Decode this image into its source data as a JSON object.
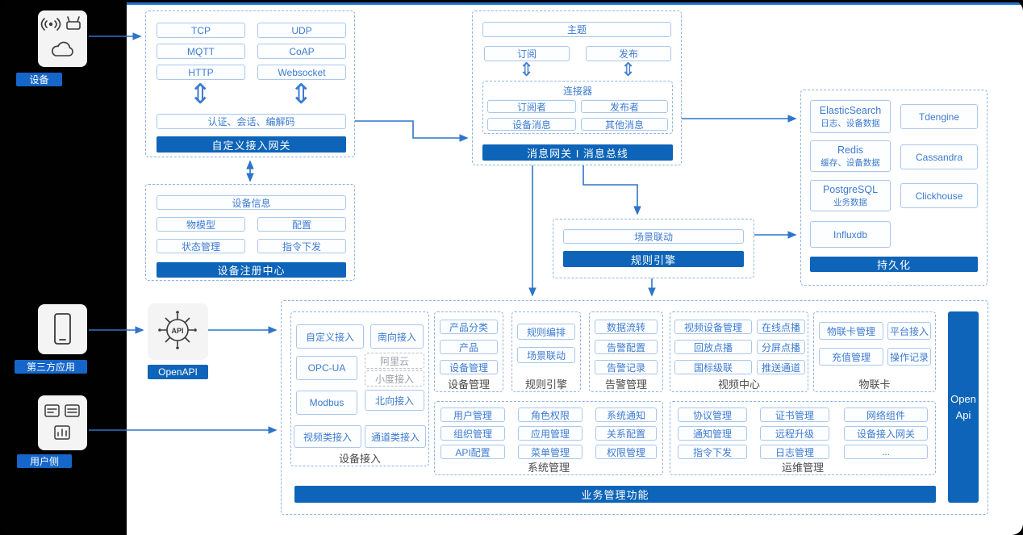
{
  "colors": {
    "bar_blue": "#0d64b8",
    "label_blue": "#1566c8",
    "arrow_blue": "#2f74c8",
    "button_text_blue": "#3d7bd0"
  },
  "icons": {
    "updown_arrow": "⇕"
  },
  "left_rail": {
    "device_label": "设备",
    "third_party_label": "第三方应用",
    "user_label": "用户侧"
  },
  "gateway": {
    "title": "自定义接入网关",
    "protocols": [
      "TCP",
      "UDP",
      "MQTT",
      "CoAP",
      "HTTP",
      "Websocket"
    ],
    "auth_row": "认证、会话、编解码"
  },
  "message_bus": {
    "title": "消息网关 I 消息总线",
    "topic": "主题",
    "subscribe": "订阅",
    "publish": "发布",
    "connector": {
      "title": "连接器",
      "subscriber": "订阅者",
      "publisher": "发布者",
      "device_msg": "设备消息",
      "other_msg": "其他消息"
    }
  },
  "registry": {
    "title": "设备注册中心",
    "device_info": "设备信息",
    "thing_model": "物模型",
    "config": "配置",
    "status_mgmt": "状态管理",
    "command_send": "指令下发"
  },
  "rule_engine": {
    "title": "规则引擎",
    "scene_linkage": "场景联动"
  },
  "persistence": {
    "title": "持久化",
    "elasticsearch": {
      "name": "ElasticSearch",
      "sub": "日志、设备数据"
    },
    "tdengine": "Tdengine",
    "redis": {
      "name": "Redis",
      "sub": "缓存、设备数据"
    },
    "cassandra": "Cassandra",
    "postgresql": {
      "name": "PostgreSQL",
      "sub": "业务数据"
    },
    "clickhouse": "Clickhouse",
    "influxdb": "Influxdb"
  },
  "openapi": {
    "label": "OpenAPI"
  },
  "business": {
    "title": "业务管理功能",
    "open_api_bar": "Open Api",
    "device_access": {
      "label": "设备接入",
      "custom": "自定义接入",
      "south": "南向接入",
      "opcua": "OPC-UA",
      "aliyun": "阿里云",
      "xiaodu": "小度接入",
      "north": "北向接入",
      "modbus": "Modbus",
      "video": "视频类接入",
      "channel": "通道类接入"
    },
    "device_mgmt": {
      "label": "设备管理",
      "items": [
        "产品分类",
        "产品",
        "设备管理"
      ]
    },
    "rule": {
      "label": "规则引擎",
      "items": [
        "规则编排",
        "场景联动"
      ]
    },
    "alarm": {
      "label": "告警管理",
      "items": [
        "数据流转",
        "告警配置",
        "告警记录"
      ]
    },
    "video_center": {
      "label": "视频中心",
      "items": [
        "视频设备管理",
        "在线点播",
        "回放点播",
        "分屏点播",
        "国标级联",
        "推送通道"
      ]
    },
    "iot_card": {
      "label": "物联卡",
      "items": [
        "物联卡管理",
        "平台接入",
        "充值管理",
        "操作记录"
      ]
    },
    "system": {
      "label": "系统管理",
      "items": [
        "用户管理",
        "角色权限",
        "系统通知",
        "组织管理",
        "应用管理",
        "关系配置",
        "API配置",
        "菜单管理",
        "权限管理"
      ]
    },
    "ops": {
      "label": "运维管理",
      "items": [
        "协议管理",
        "证书管理",
        "网络组件",
        "通知管理",
        "远程升级",
        "设备接入网关",
        "指令下发",
        "日志管理",
        "..."
      ]
    }
  }
}
